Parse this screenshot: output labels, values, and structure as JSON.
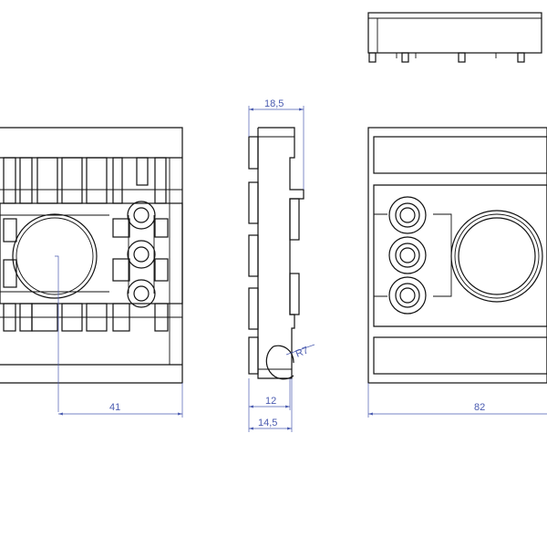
{
  "dimensions": {
    "front_width": "41",
    "side_top_depth": "18,5",
    "side_inner_depth": "12",
    "side_bottom_depth": "14,5",
    "side_radius": "R7",
    "rear_width": "82"
  },
  "colors": {
    "line": "#111111",
    "dimension": "#4a5bb0",
    "background": "#ffffff"
  }
}
